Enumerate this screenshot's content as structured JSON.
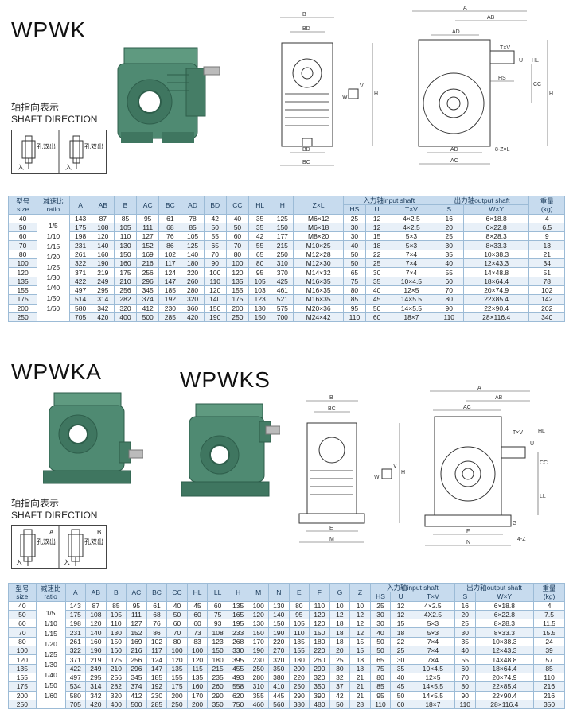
{
  "section1": {
    "title": "WPWK",
    "shaft_caption_cn": "轴指向表示",
    "shaft_caption_en": "SHAFT DIRECTION",
    "shaft_labels": {
      "out": "孔双出",
      "in": "入"
    },
    "drawing_labels": {
      "B": "B",
      "BD": "BD",
      "BC": "BC",
      "H": "H",
      "V": "V",
      "W": "W",
      "A": "A",
      "AB": "AB",
      "AD": "AD",
      "TV": "T×V",
      "U": "U",
      "HL": "HL",
      "HS": "HS",
      "CC": "CC",
      "ZL": "8-Z×L",
      "AC": "AC"
    }
  },
  "section2": {
    "title_a": "WPWKA",
    "title_s": "WPWKS",
    "shaft_caption_cn": "轴指向表示",
    "shaft_caption_en": "SHAFT DIRECTION",
    "shaft_labels": {
      "a": "A",
      "b": "B",
      "out": "孔双出",
      "in": "入"
    },
    "drawing_labels": {
      "B": "B",
      "BC": "BC",
      "E": "E",
      "M": "M",
      "H": "H",
      "V": "V",
      "W": "W",
      "A": "A",
      "AB": "AB",
      "AC": "AC",
      "TV": "T×V",
      "U": "U",
      "HL": "HL",
      "CC": "CC",
      "LL": "LL",
      "G": "G",
      "F": "F",
      "N": "N",
      "Z": "4-Z"
    }
  },
  "table1": {
    "headers": {
      "size": [
        "型号",
        "size"
      ],
      "ratio": [
        "减速比",
        "ratio"
      ],
      "cols": [
        "A",
        "AB",
        "B",
        "AC",
        "BC",
        "AD",
        "BD",
        "CC",
        "HL",
        "H",
        "Z×L"
      ],
      "input_group": "入力轴input shaft",
      "input_cols": [
        "HS",
        "U",
        "T×V"
      ],
      "output_group": "出力轴output shaft",
      "output_cols": [
        "S",
        "W×Y"
      ],
      "weight": [
        "重量",
        "(kg)"
      ]
    },
    "ratios": [
      "1/5",
      "1/10",
      "1/15",
      "1/20",
      "1/25",
      "1/30",
      "1/40",
      "1/50",
      "1/60"
    ],
    "rows": [
      [
        "40",
        "143",
        "87",
        "85",
        "95",
        "61",
        "78",
        "42",
        "40",
        "35",
        "125",
        "M6×12",
        "25",
        "12",
        "4×2.5",
        "16",
        "6×18.8",
        "4"
      ],
      [
        "50",
        "175",
        "108",
        "105",
        "111",
        "68",
        "85",
        "50",
        "50",
        "35",
        "150",
        "M6×18",
        "30",
        "12",
        "4×2.5",
        "20",
        "6×22.8",
        "6.5"
      ],
      [
        "60",
        "198",
        "120",
        "110",
        "127",
        "76",
        "105",
        "55",
        "60",
        "42",
        "177",
        "M8×20",
        "30",
        "15",
        "5×3",
        "25",
        "8×28.3",
        "9"
      ],
      [
        "70",
        "231",
        "140",
        "130",
        "152",
        "86",
        "125",
        "65",
        "70",
        "55",
        "215",
        "M10×25",
        "40",
        "18",
        "5×3",
        "30",
        "8×33.3",
        "13"
      ],
      [
        "80",
        "261",
        "160",
        "150",
        "169",
        "102",
        "140",
        "70",
        "80",
        "65",
        "250",
        "M12×28",
        "50",
        "22",
        "7×4",
        "35",
        "10×38.3",
        "21"
      ],
      [
        "100",
        "322",
        "190",
        "160",
        "216",
        "117",
        "180",
        "90",
        "100",
        "80",
        "310",
        "M12×30",
        "50",
        "25",
        "7×4",
        "40",
        "12×43.3",
        "34"
      ],
      [
        "120",
        "371",
        "219",
        "175",
        "256",
        "124",
        "220",
        "100",
        "120",
        "95",
        "370",
        "M14×32",
        "65",
        "30",
        "7×4",
        "55",
        "14×48.8",
        "51"
      ],
      [
        "135",
        "422",
        "249",
        "210",
        "296",
        "147",
        "260",
        "110",
        "135",
        "105",
        "425",
        "M16×35",
        "75",
        "35",
        "10×4.5",
        "60",
        "18×64.4",
        "78"
      ],
      [
        "155",
        "497",
        "295",
        "256",
        "345",
        "185",
        "280",
        "120",
        "155",
        "103",
        "461",
        "M16×35",
        "80",
        "40",
        "12×5",
        "70",
        "20×74.9",
        "102"
      ],
      [
        "175",
        "514",
        "314",
        "282",
        "374",
        "192",
        "320",
        "140",
        "175",
        "123",
        "521",
        "M16×35",
        "85",
        "45",
        "14×5.5",
        "80",
        "22×85.4",
        "142"
      ],
      [
        "200",
        "580",
        "342",
        "320",
        "412",
        "230",
        "360",
        "150",
        "200",
        "130",
        "575",
        "M20×36",
        "95",
        "50",
        "14×5.5",
        "90",
        "22×90.4",
        "202"
      ],
      [
        "250",
        "705",
        "420",
        "400",
        "500",
        "285",
        "420",
        "190",
        "250",
        "150",
        "700",
        "M24×42",
        "110",
        "60",
        "18×7",
        "110",
        "28×116.4",
        "340"
      ]
    ]
  },
  "table2": {
    "headers": {
      "size": [
        "型号",
        "size"
      ],
      "ratio": [
        "减速比",
        "ratio"
      ],
      "cols": [
        "A",
        "AB",
        "B",
        "AC",
        "BC",
        "CC",
        "HL",
        "LL",
        "H",
        "M",
        "N",
        "E",
        "F",
        "G",
        "Z"
      ],
      "input_group": "入力轴input shaft",
      "input_cols": [
        "HS",
        "U",
        "T×V"
      ],
      "output_group": "出力轴output shaft",
      "output_cols": [
        "S",
        "W×Y"
      ],
      "weight": [
        "重量",
        "(kg)"
      ]
    },
    "ratios": [
      "1/5",
      "1/10",
      "1/15",
      "1/20",
      "1/25",
      "1/30",
      "1/40",
      "1/50",
      "1/60"
    ],
    "rows": [
      [
        "40",
        "143",
        "87",
        "85",
        "95",
        "61",
        "40",
        "45",
        "60",
        "135",
        "100",
        "130",
        "80",
        "110",
        "10",
        "10",
        "25",
        "12",
        "4×2.5",
        "16",
        "6×18.8",
        "4"
      ],
      [
        "50",
        "175",
        "108",
        "105",
        "111",
        "68",
        "50",
        "60",
        "75",
        "165",
        "120",
        "140",
        "95",
        "120",
        "12",
        "12",
        "30",
        "12",
        "4X2.5",
        "20",
        "6×22.8",
        "7.5"
      ],
      [
        "60",
        "198",
        "120",
        "110",
        "127",
        "76",
        "60",
        "60",
        "93",
        "195",
        "130",
        "150",
        "105",
        "120",
        "18",
        "12",
        "30",
        "15",
        "5×3",
        "25",
        "8×28.3",
        "11.5"
      ],
      [
        "70",
        "231",
        "140",
        "130",
        "152",
        "86",
        "70",
        "73",
        "108",
        "233",
        "150",
        "190",
        "110",
        "150",
        "18",
        "12",
        "40",
        "18",
        "5×3",
        "30",
        "8×33.3",
        "15.5"
      ],
      [
        "80",
        "261",
        "160",
        "150",
        "169",
        "102",
        "80",
        "83",
        "123",
        "268",
        "170",
        "220",
        "135",
        "180",
        "18",
        "15",
        "50",
        "22",
        "7×4",
        "35",
        "10×38.3",
        "24"
      ],
      [
        "100",
        "322",
        "190",
        "160",
        "216",
        "117",
        "100",
        "100",
        "150",
        "330",
        "190",
        "270",
        "155",
        "220",
        "20",
        "15",
        "50",
        "25",
        "7×4",
        "40",
        "12×43.3",
        "39"
      ],
      [
        "120",
        "371",
        "219",
        "175",
        "256",
        "124",
        "120",
        "120",
        "180",
        "395",
        "230",
        "320",
        "180",
        "260",
        "25",
        "18",
        "65",
        "30",
        "7×4",
        "55",
        "14×48.8",
        "57"
      ],
      [
        "135",
        "422",
        "249",
        "210",
        "296",
        "147",
        "135",
        "115",
        "215",
        "455",
        "250",
        "350",
        "200",
        "290",
        "30",
        "18",
        "75",
        "35",
        "10×4.5",
        "60",
        "18×64.4",
        "85"
      ],
      [
        "155",
        "497",
        "295",
        "256",
        "345",
        "185",
        "155",
        "135",
        "235",
        "493",
        "280",
        "380",
        "220",
        "320",
        "32",
        "21",
        "80",
        "40",
        "12×5",
        "70",
        "20×74.9",
        "110"
      ],
      [
        "175",
        "534",
        "314",
        "282",
        "374",
        "192",
        "175",
        "160",
        "260",
        "558",
        "310",
        "410",
        "250",
        "350",
        "37",
        "21",
        "85",
        "45",
        "14×5.5",
        "80",
        "22×85.4",
        "216"
      ],
      [
        "200",
        "580",
        "342",
        "320",
        "412",
        "230",
        "200",
        "170",
        "290",
        "620",
        "355",
        "445",
        "290",
        "390",
        "42",
        "21",
        "95",
        "50",
        "14×5.5",
        "90",
        "22×90.4",
        "216"
      ],
      [
        "250",
        "705",
        "420",
        "400",
        "500",
        "285",
        "250",
        "200",
        "350",
        "750",
        "460",
        "560",
        "380",
        "480",
        "50",
        "28",
        "110",
        "60",
        "18×7",
        "110",
        "28×116.4",
        "350"
      ]
    ]
  },
  "colors": {
    "gearbox_green": "#4f8a72",
    "gearbox_dark": "#2e5e4b",
    "table_header": "#c7dbee",
    "table_stripe": "#e8f0f8",
    "table_border": "#9cbbd6"
  }
}
